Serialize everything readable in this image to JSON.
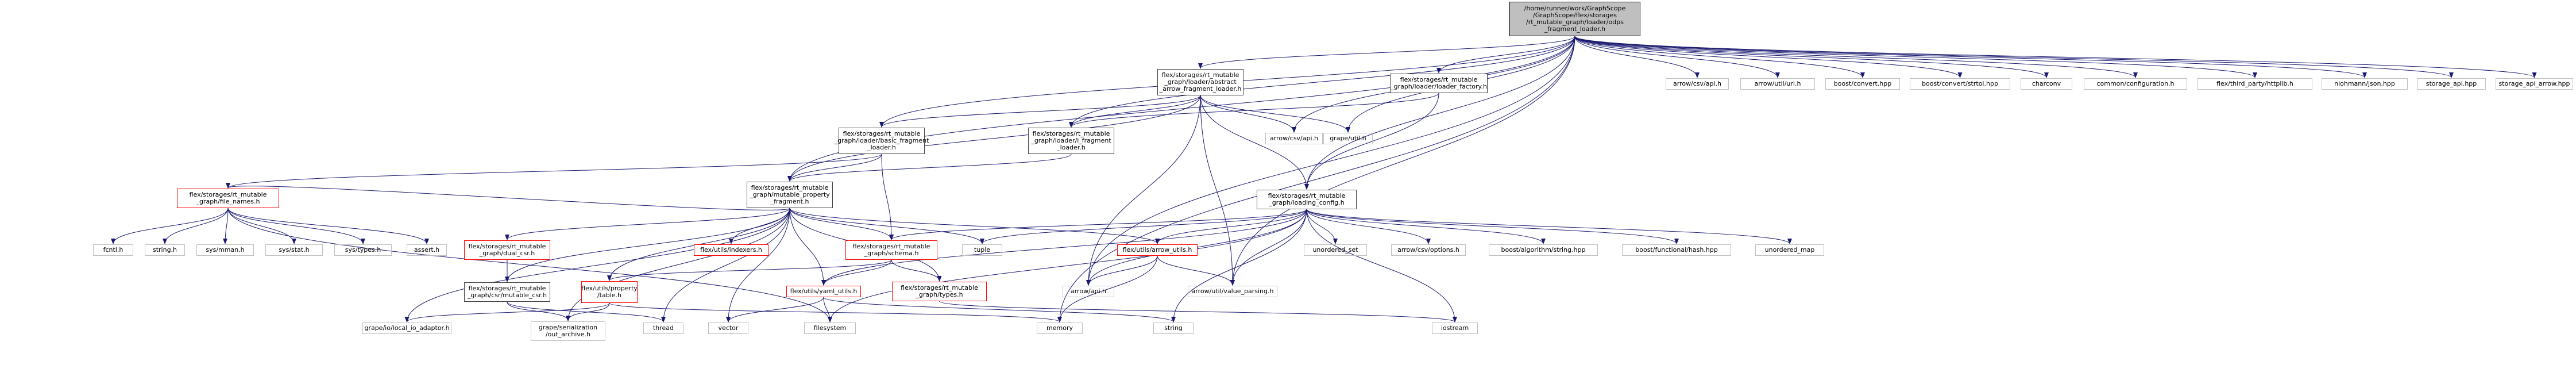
{
  "nodes": {
    "root": {
      "lines": [
        "/home/runner/work/GraphScope",
        "/GraphScope/flex/storages",
        "/rt_mutable_graph/loader/odps",
        "_fragment_loader.h"
      ]
    },
    "abstract_loader": {
      "lines": [
        "flex/storages/rt_mutable",
        "_graph/loader/abstract",
        "_arrow_fragment_loader.h"
      ]
    },
    "loader_factory": {
      "lines": [
        "flex/storages/rt_mutable",
        "_graph/loader/loader_factory.h"
      ]
    },
    "basic_loader": {
      "lines": [
        "flex/storages/rt_mutable",
        "_graph/loader/basic_fragment",
        "_loader.h"
      ]
    },
    "i_fragment_loader": {
      "lines": [
        "flex/storages/rt_mutable",
        "_graph/loader/i_fragment",
        "_loader.h"
      ]
    },
    "mutable_property_fragment": {
      "lines": [
        "flex/storages/rt_mutable",
        "_graph/mutable_property",
        "_fragment.h"
      ]
    },
    "loading_config": {
      "lines": [
        "flex/storages/rt_mutable",
        "_graph/loading_config.h"
      ]
    },
    "file_names": {
      "lines": [
        "flex/storages/rt_mutable",
        "_graph/file_names.h"
      ]
    },
    "dual_csr": {
      "lines": [
        "flex/storages/rt_mutable",
        "_graph/dual_csr.h"
      ]
    },
    "mutable_csr": {
      "lines": [
        "flex/storages/rt_mutable",
        "_graph/csr/mutable_csr.h"
      ]
    },
    "property_table": {
      "lines": [
        "flex/utils/property",
        "/table.h"
      ]
    },
    "indexers": {
      "lines": [
        "flex/utils/indexers.h"
      ]
    },
    "schema": {
      "lines": [
        "flex/storages/rt_mutable",
        "_graph/schema.h"
      ]
    },
    "yaml_utils": {
      "lines": [
        "flex/utils/yaml_utils.h"
      ]
    },
    "types": {
      "lines": [
        "flex/storages/rt_mutable",
        "_graph/types.h"
      ]
    },
    "arrow_utils": {
      "lines": [
        "flex/utils/arrow_utils.h"
      ]
    },
    "arrow_csv_api_mid": {
      "lines": [
        "arrow/csv/api.h"
      ]
    },
    "grape_util": {
      "lines": [
        "grape/util.h"
      ]
    },
    "arrow_api": {
      "lines": [
        "arrow/api.h"
      ]
    },
    "value_parsing": {
      "lines": [
        "arrow/util/value_parsing.h"
      ]
    },
    "local_io_adaptor": {
      "lines": [
        "grape/io/local_io_adaptor.h"
      ]
    },
    "out_archive": {
      "lines": [
        "grape/serialization",
        "/out_archive.h"
      ]
    },
    "thread": {
      "lines": [
        "thread"
      ]
    },
    "vector": {
      "lines": [
        "vector"
      ]
    },
    "filesystem": {
      "lines": [
        "filesystem"
      ]
    },
    "memory": {
      "lines": [
        "memory"
      ]
    },
    "string": {
      "lines": [
        "string"
      ]
    },
    "iostream": {
      "lines": [
        "iostream"
      ]
    },
    "tuple": {
      "lines": [
        "tuple"
      ]
    },
    "unordered_set": {
      "lines": [
        "unordered_set"
      ]
    },
    "arrow_csv_options": {
      "lines": [
        "arrow/csv/options.h"
      ]
    },
    "boost_algo_string": {
      "lines": [
        "boost/algorithm/string.hpp"
      ]
    },
    "boost_functional_hash": {
      "lines": [
        "boost/functional/hash.hpp"
      ]
    },
    "unordered_map": {
      "lines": [
        "unordered_map"
      ]
    },
    "fcntl": {
      "lines": [
        "fcntl.h"
      ]
    },
    "string_h": {
      "lines": [
        "string.h"
      ]
    },
    "sys_mman": {
      "lines": [
        "sys/mman.h"
      ]
    },
    "sys_stat": {
      "lines": [
        "sys/stat.h"
      ]
    },
    "sys_types": {
      "lines": [
        "sys/types.h"
      ]
    },
    "assert": {
      "lines": [
        "assert.h"
      ]
    },
    "arrow_csv_api_top": {
      "lines": [
        "arrow/csv/api.h"
      ]
    },
    "arrow_util_uri": {
      "lines": [
        "arrow/util/uri.h"
      ]
    },
    "boost_convert": {
      "lines": [
        "boost/convert.hpp"
      ]
    },
    "boost_convert_strtol": {
      "lines": [
        "boost/convert/strtol.hpp"
      ]
    },
    "charconv": {
      "lines": [
        "charconv"
      ]
    },
    "common_configuration": {
      "lines": [
        "common/configuration.h"
      ]
    },
    "httplib": {
      "lines": [
        "flex/third_party/httplib.h"
      ]
    },
    "nlohmann_json": {
      "lines": [
        "nlohmann/json.hpp"
      ]
    },
    "storage_api": {
      "lines": [
        "storage_api.hpp"
      ]
    },
    "storage_api_arrow": {
      "lines": [
        "storage_api_arrow.hpp"
      ]
    }
  },
  "colors": {
    "edge": "#191970",
    "root_fill": "#bfbfbf",
    "documented_border": "#404040",
    "undocumented_border": "#ff0000",
    "external_border": "#bfbfbf"
  }
}
